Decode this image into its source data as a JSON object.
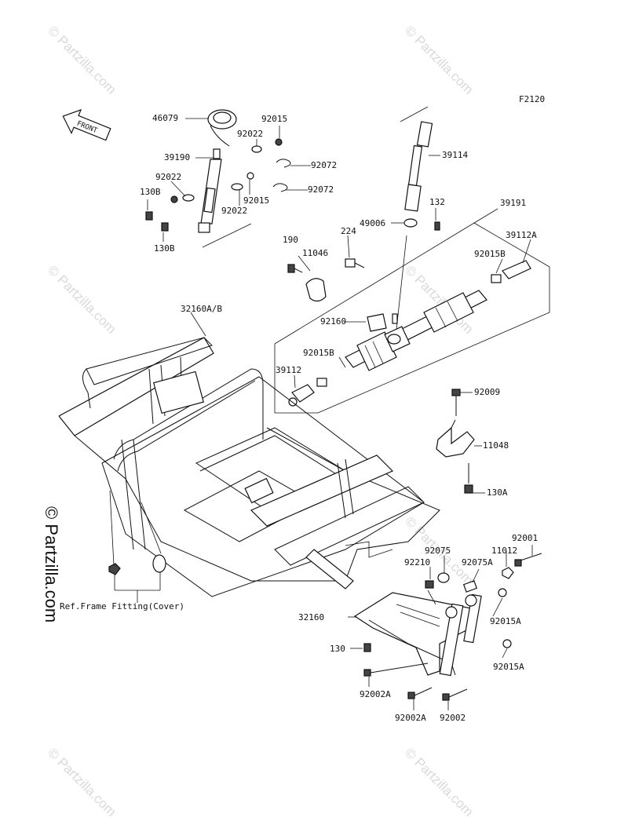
{
  "figure_code": "F2120",
  "front_label": "FRONT",
  "side_watermark": "© Partzilla.com",
  "watermark_text": "© Partzilla.com",
  "ref_note": "Ref.Frame Fitting(Cover)",
  "parts": {
    "p46079": "46079",
    "p92015_top": "92015",
    "p92022_a": "92022",
    "p39190": "39190",
    "p92072_a": "92072",
    "p92022_b": "92022",
    "p92072_b": "92072",
    "p130B_a": "130B",
    "p92015_mid": "92015",
    "p92022_c": "92022",
    "p130B_b": "130B",
    "p39114": "39114",
    "p132": "132",
    "p49006": "49006",
    "p39191": "39191",
    "p224": "224",
    "p39112A": "39112A",
    "p190": "190",
    "p11046": "11046",
    "p92015B_a": "92015B",
    "p32160AB": "32160A/B",
    "p92160": "92160",
    "p92015B_b": "92015B",
    "p39112": "39112",
    "p92009": "92009",
    "p11048": "11048",
    "p130A": "130A",
    "p92001": "92001",
    "p92075": "92075",
    "p11012": "11012",
    "p92210": "92210",
    "p92075A": "92075A",
    "p32160": "32160",
    "p92015A_a": "92015A",
    "p130": "130",
    "p92015A_b": "92015A",
    "p92002A_a": "92002A",
    "p92002A_b": "92002A",
    "p92002": "92002"
  }
}
